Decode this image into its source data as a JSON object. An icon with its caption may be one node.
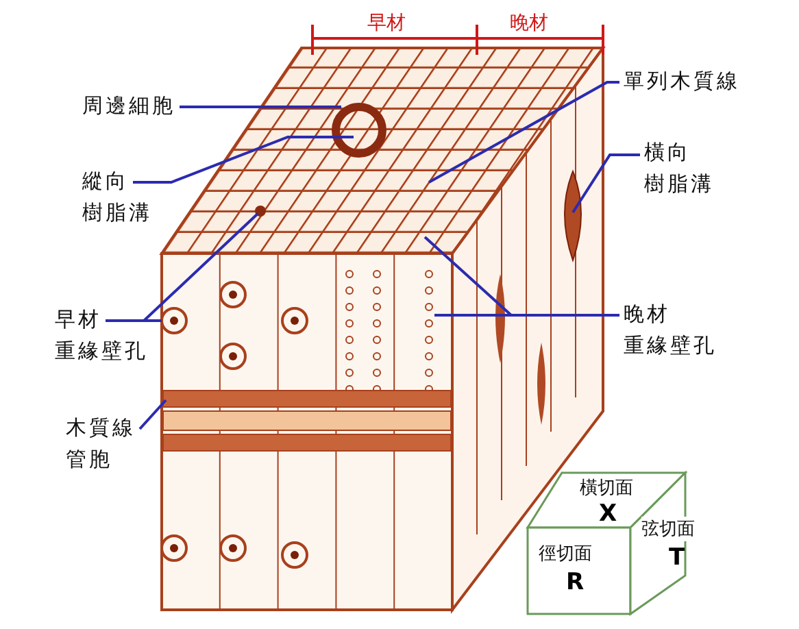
{
  "diagram": {
    "nodes": [
      {
        "text": [
          "周邊細胞"
        ]
      },
      {
        "text": [
          "縱向樹脂溝"
        ]
      },
      {
        "text": [
          "單列木質線"
        ]
      },
      {
        "text": [
          "橫向樹脂溝"
        ]
      },
      {
        "text": [
          "晚材重緣壁孔"
        ]
      },
      {
        "text": [
          "早材重緣壁孔"
        ]
      },
      {
        "text": [
          "木質線管胞"
        ]
      },
      {
        "text": [
          "橫切面",
          "X"
        ]
      },
      {
        "text": [
          "徑切面",
          "R"
        ]
      },
      {
        "text": [
          "弦切面",
          "T"
        ]
      }
    ],
    "edges": [
      {
        "from": 0,
        "to": null,
        "arrow": "none"
      },
      {
        "from": 1,
        "to": null,
        "arrow": "none"
      },
      {
        "from": 2,
        "to": null,
        "arrow": "none"
      },
      {
        "from": 3,
        "to": null,
        "arrow": "none"
      },
      {
        "from": 4,
        "to": null,
        "arrow": "none"
      },
      {
        "from": 4,
        "to": null,
        "arrow": "none"
      },
      {
        "from": 5,
        "to": null,
        "arrow": "none"
      },
      {
        "from": 5,
        "to": null,
        "arrow": "none"
      },
      {
        "from": 6,
        "to": null,
        "arrow": "none"
      }
    ],
    "labels": [
      "早材",
      "晚材"
    ]
  }
}
